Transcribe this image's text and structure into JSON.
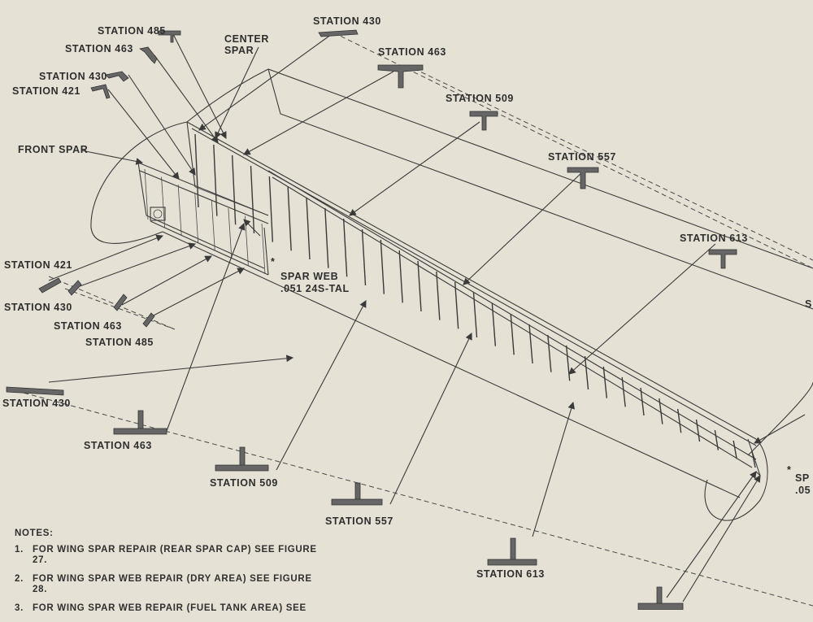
{
  "labels": {
    "top_station_485": "STATION 485",
    "top_station_463": "STATION 463",
    "top_station_430": "STATION 430",
    "top_station_421": "STATION 421",
    "center_spar_1": "CENTER",
    "center_spar_2": "SPAR",
    "upper_station_430": "STATION 430",
    "upper_station_463": "STATION 463",
    "upper_station_509": "STATION 509",
    "upper_station_557": "STATION 557",
    "upper_station_613": "STATION 613",
    "front_spar": "FRONT SPAR",
    "spar_web_1": "SPAR WEB",
    "spar_web_2": ".051 24S-TAL",
    "spar_web_star": "*",
    "mid_station_421": "STATION 421",
    "mid_station_430": "STATION 430",
    "mid_station_463": "STATION 463",
    "mid_station_485": "STATION 485",
    "lower_station_430": "STATION 430",
    "lower_station_463": "STATION 463",
    "lower_station_509": "STATION 509",
    "lower_station_557": "STATION 557",
    "lower_station_613": "STATION 613",
    "right_edge_s": "S",
    "right_edge_sp": "SP",
    "right_edge_05": ".05",
    "right_star": "*"
  },
  "notes": {
    "header": "NOTES:",
    "items": [
      {
        "num": "1.",
        "text": "FOR WING SPAR REPAIR (REAR SPAR CAP) SEE FIGURE 27."
      },
      {
        "num": "2.",
        "text": "FOR WING SPAR WEB REPAIR (DRY AREA) SEE FIGURE 28."
      },
      {
        "num": "3.",
        "text": "FOR WING SPAR WEB REPAIR (FUEL TANK AREA) SEE"
      }
    ]
  }
}
